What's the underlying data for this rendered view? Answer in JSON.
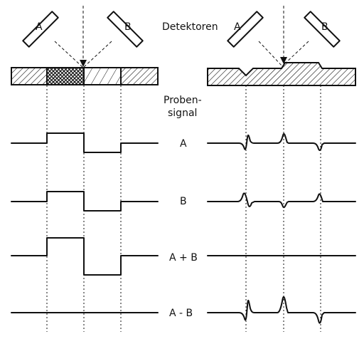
{
  "labels": {
    "detectors": "Detektoren",
    "probe_signal_line1": "Proben-",
    "probe_signal_line2": "signal",
    "row_a": "A",
    "row_b": "B",
    "row_sum": "A + B",
    "row_diff": "A - B"
  },
  "detectors": {
    "left_a": "A",
    "left_b": "B",
    "right_a": "A",
    "right_b": "B"
  },
  "colors": {
    "ink": "#111111",
    "background": "#ffffff"
  }
}
